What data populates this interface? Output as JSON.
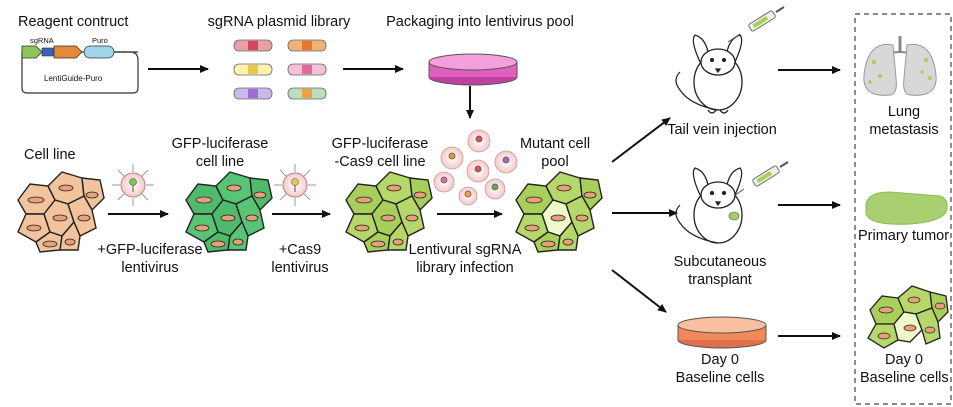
{
  "reagent": {
    "title": "Reagent contruct",
    "sgrna": "sgRNA",
    "puro": "Puro",
    "vector": "LentiGuide-Puro"
  },
  "library": {
    "title": "sgRNA plasmid library"
  },
  "packaging": {
    "title": "Packaging into lentivirus pool"
  },
  "cells": {
    "cell_line": "Cell line",
    "gfp_line_1": "GFP-luciferase",
    "gfp_line_2": "cell line",
    "cas9_line_1": "GFP-luciferase",
    "cas9_line_2": "-Cas9 cell line",
    "mutant_1": "Mutant cell",
    "mutant_2": "pool"
  },
  "steps": {
    "gfp_virus_1": "+GFP-luciferase",
    "gfp_virus_2": "lentivirus",
    "cas9_virus_1": "+Cas9",
    "cas9_virus_2": "lentivirus",
    "library_inf_1": "Lentivural sgRNA",
    "library_inf_2": "library infection"
  },
  "routes": {
    "tail_vein": "Tail vein injection",
    "subq_1": "Subcutaneous",
    "subq_2": "transplant",
    "day0_1": "Day 0",
    "day0_2": "Baseline cells"
  },
  "outcomes": {
    "lung_1": "Lung",
    "lung_2": "metastasis",
    "tumor": "Primary tumor",
    "base_1": "Day 0",
    "base_2": "Baseline cells"
  },
  "colors": {
    "pink_dish": "#e060c0",
    "green_cell": "#4fba6c",
    "lime_cell": "#a8cf5a",
    "peach_cell": "#f2c49e",
    "orange_dish": "#f08a5a"
  }
}
